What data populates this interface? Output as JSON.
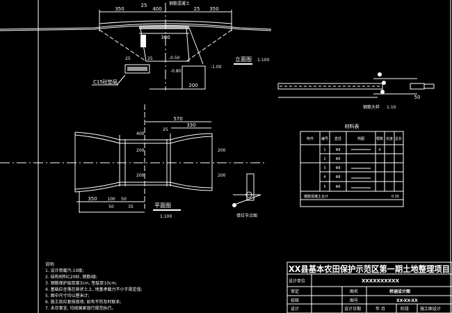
{
  "elevation": {
    "title": "立面图",
    "scale": "1:100",
    "dims_top": [
      "350",
      "25",
      "400",
      "25",
      "350"
    ],
    "dim_bottom": "200",
    "dim_small": [
      "25",
      "25"
    ],
    "label_pad": "C15砼垫层",
    "label_top": "钢筋混凝土",
    "label_mid": "300",
    "levels": [
      "-0.50",
      "-0.80",
      "-1.00"
    ]
  },
  "plan": {
    "title": "平面图",
    "scale": "1:100",
    "dims_top": [
      "570",
      "330",
      "25",
      "400"
    ],
    "dims_bottom": [
      "350",
      "100",
      "50",
      "50",
      "35"
    ],
    "dims_side": [
      "200",
      "200",
      "200",
      "200"
    ],
    "detail_title": "错位节点图"
  },
  "rebar": {
    "dim": "50",
    "label": "钢筋大样",
    "scale": "1:10"
  },
  "table": {
    "title": "材料表",
    "headers": [
      "构件",
      "编号",
      "直径",
      "简图",
      "根数",
      "长度",
      "总长"
    ],
    "rows": [
      [
        "",
        "1",
        "Φ8",
        "",
        "4",
        "",
        ""
      ],
      [
        "",
        "2",
        "Φ6",
        "",
        "",
        "",
        ""
      ],
      [
        "",
        "3",
        "Φ8",
        "",
        "",
        "",
        ""
      ],
      [
        "",
        "4",
        "Φ8",
        "",
        "",
        "",
        ""
      ],
      [
        "",
        "5",
        "Φ6",
        "",
        "",
        "",
        ""
      ]
    ],
    "footer": "钢筋混凝土合计",
    "footer_value": "0.35"
  },
  "notes": {
    "title": "说明:",
    "items": [
      "1. 设计荷载汽-10级;",
      "2. 结构材料C20砼, 钢筋I级;",
      "3. 钢筋保护层厚度3cm, 垫层厚10cm;",
      "4. 基础应坐落在原状土上, 地基承载力不小于规定值;",
      "5. 图中尺寸均以厘米计;",
      "6. 施工前应复核现场, 如有不符及时联系;",
      "7. 未尽事宜, 均按国家现行规范执行。"
    ]
  },
  "title_block": {
    "project": "XX县基本农田保护示范区第一期土地整理项目",
    "designer_unit_label": "设计单位",
    "designer_unit": "XXXXXXXXXX",
    "reviewer_label": "审定",
    "checker_label": "校核",
    "designer_label": "设计",
    "drawing_name_label": "图名",
    "drawing_name": "桥涵设计图",
    "drawing_no_label": "图号",
    "drawing_no": "XX-XX-XX",
    "date_label": "设计日期",
    "date": "年 月",
    "stage_label": "阶段",
    "stage": "施工图设计"
  }
}
